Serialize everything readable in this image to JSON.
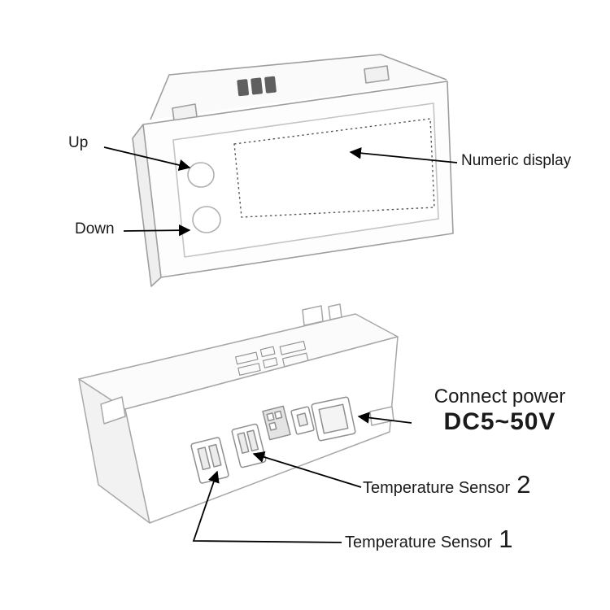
{
  "colors": {
    "annotation": "#000000",
    "sketch_stroke": "#a0a0a0",
    "background": "#ffffff"
  },
  "front_view": {
    "up_label": "Up",
    "down_label": "Down",
    "numeric_display_label": "Numeric display"
  },
  "back_view": {
    "power_label_line1": "Connect power",
    "power_label_line2": "DC5~50V",
    "sensor2_label": "Temperature Sensor",
    "sensor2_number": "2",
    "sensor1_label": "Temperature Sensor",
    "sensor1_number": "1"
  }
}
